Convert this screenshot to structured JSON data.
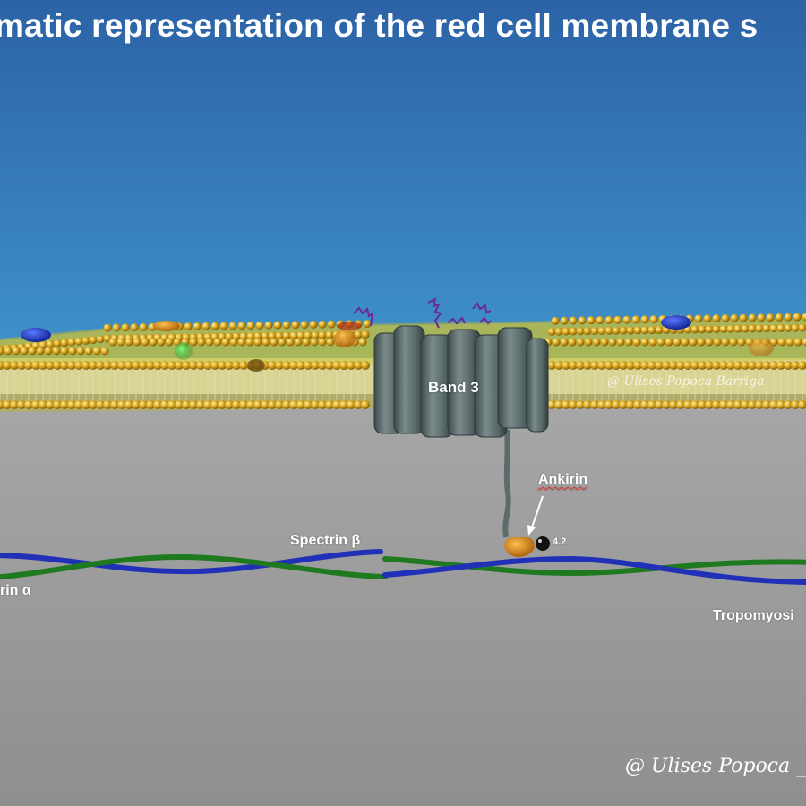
{
  "title": "matic representation of the red cell membrane s",
  "labels": {
    "band3": "Band 3",
    "ankirin": "Ankirin",
    "protein42": "4.2",
    "spectrin_beta": "Spectrin β",
    "spectrin_alpha": "rin α",
    "tropomyosin": "Tropomyosi"
  },
  "watermarks": {
    "membrane": "@ Ulises Popoca Barriga",
    "corner": "@ Ulises Popoca _"
  },
  "colors": {
    "sky_top": "#2f6aab",
    "sky_bottom": "#3d8cc6",
    "cytoplasm": "#9a9a9a",
    "lipid_head": "#d7a21a",
    "band3": "#5b6b6c",
    "spectrin_alpha": "#1e2fb0",
    "spectrin_beta": "#1f7a1f",
    "ankirin": "#e08a10",
    "protein42": "#111111"
  }
}
